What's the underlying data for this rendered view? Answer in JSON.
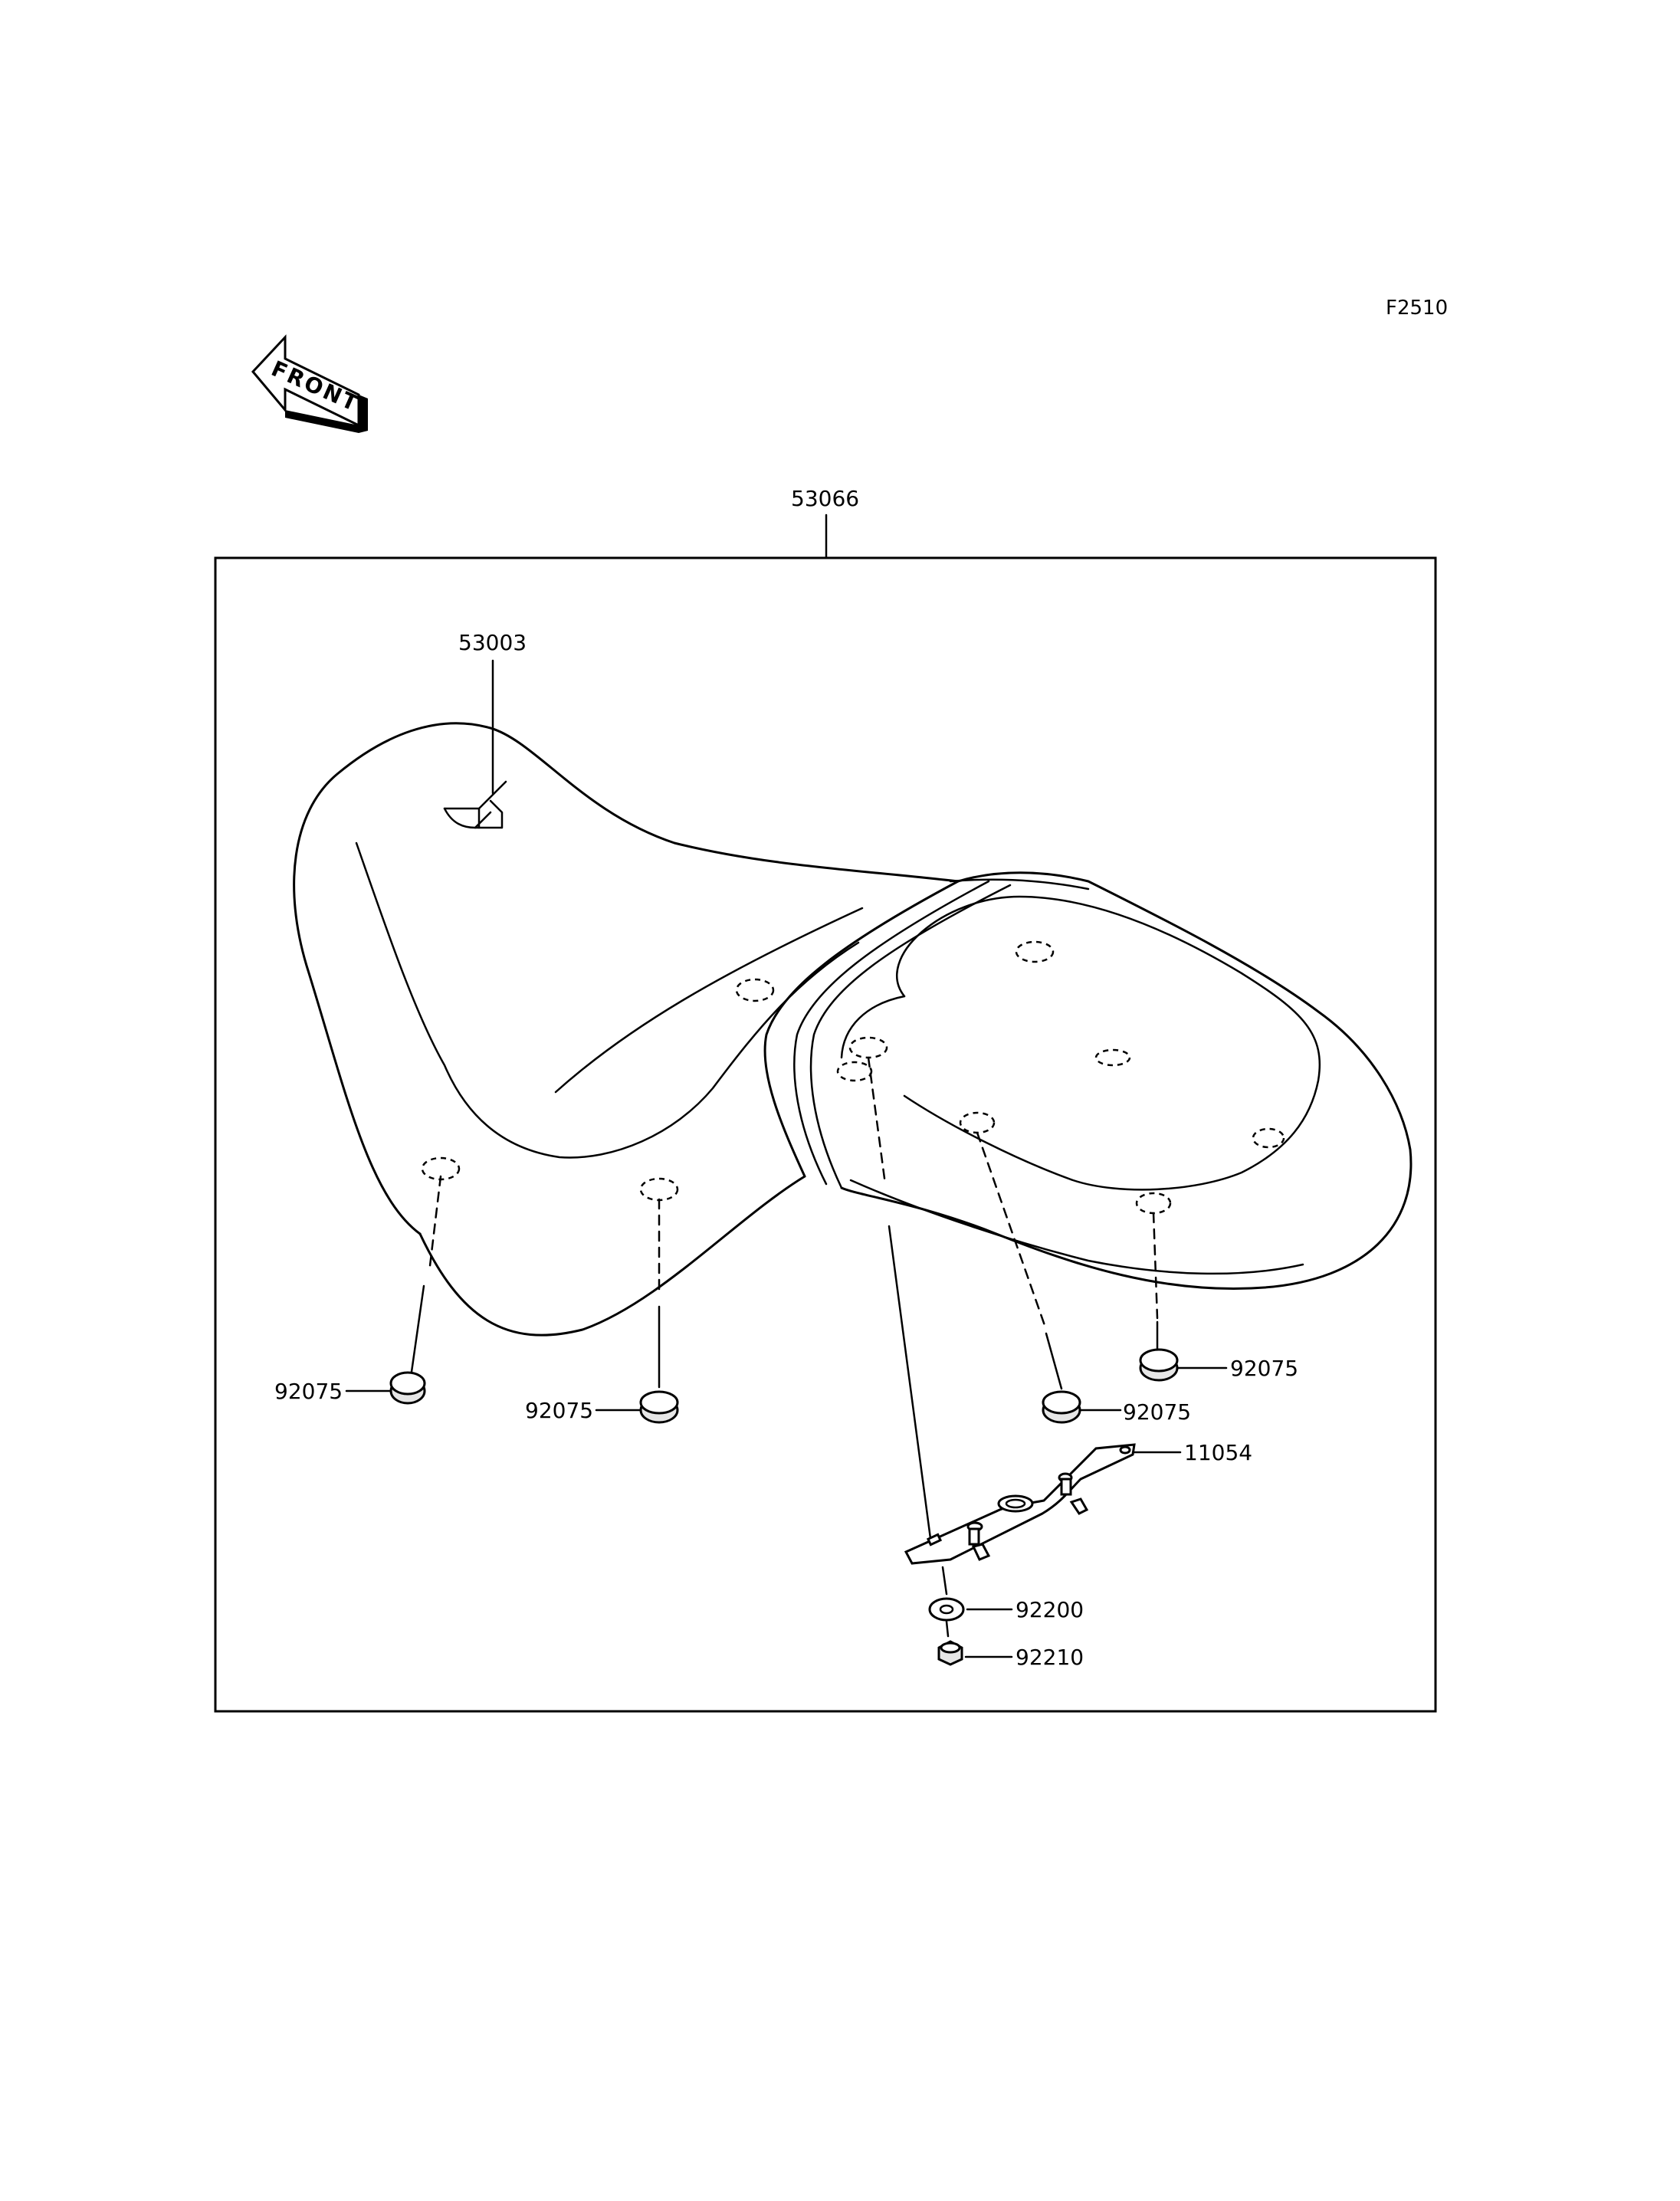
{
  "figure_code": "F2510",
  "front_indicator": "FRONT",
  "callouts": {
    "assembly": "53066",
    "emblem": "53003",
    "bracket": "11054",
    "washer": "92200",
    "nut": "92210",
    "damper_1": "92075",
    "damper_2": "92075",
    "damper_3": "92075",
    "damper_4": "92075"
  }
}
